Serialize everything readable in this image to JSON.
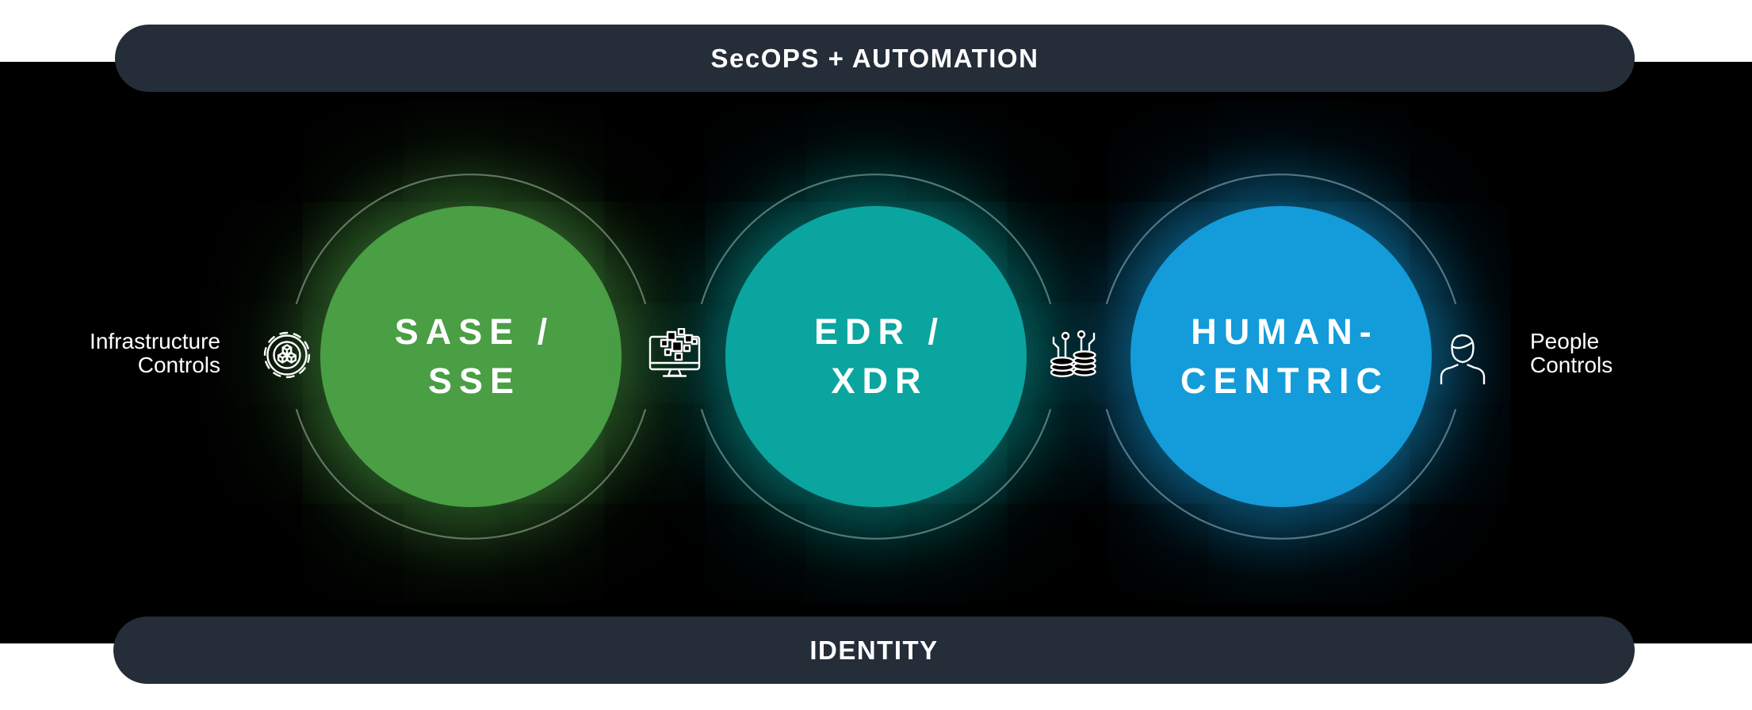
{
  "diagram": {
    "top_bar": {
      "label": "SecOPS + AUTOMATION"
    },
    "bottom_bar": {
      "label": "IDENTITY"
    },
    "side_labels": {
      "left": "Infrastructure\nControls",
      "right": "People\nControls"
    },
    "circles": [
      {
        "id": "sase-sse",
        "label": "SASE /\nSSE",
        "fill": "#4a9e44",
        "glow": "rgba(74,158,68,0.40)"
      },
      {
        "id": "edr-xdr",
        "label": "EDR /\nXDR",
        "fill": "#0ba5a0",
        "glow": "rgba(11,165,160,0.40)"
      },
      {
        "id": "human-centric",
        "label": "HUMAN-\nCENTRIC",
        "fill": "#149bd9",
        "glow": "rgba(20,155,217,0.40)"
      }
    ],
    "icons": [
      {
        "name": "gear-cubes-icon"
      },
      {
        "name": "monitor-data-icon"
      },
      {
        "name": "data-stacks-circuit-icon"
      },
      {
        "name": "person-icon"
      }
    ],
    "colors": {
      "page_background": "#ffffff",
      "band_background": "#000000",
      "bar_background": "#242d38",
      "text": "#ffffff",
      "ring": "rgba(255,255,255,0.42)",
      "icon": "#ffffff"
    }
  }
}
